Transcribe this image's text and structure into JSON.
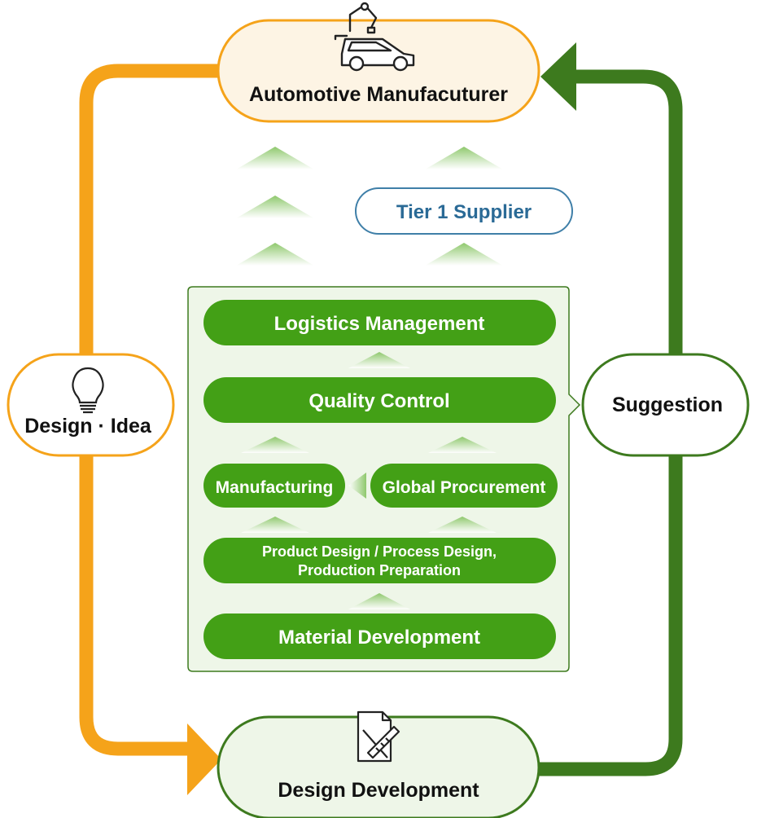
{
  "colors": {
    "orange": "#f5a31a",
    "dark_green": "#3d7a1e",
    "green": "#43a016",
    "light_green_fill": "#eef6e8",
    "cream_fill": "#fdf4e4",
    "blue_text": "#2a6a96",
    "blue_border": "#3f7fa8"
  },
  "top_node": {
    "label": "Automotive Manufacuturer",
    "icon": "car-robot-arm-icon"
  },
  "bottom_node": {
    "label": "Design Development",
    "icon": "ruler-document-icon"
  },
  "left_node": {
    "label": "Design · Idea",
    "icon": "light-bulb-icon"
  },
  "right_node": {
    "label": "Suggestion"
  },
  "tier_label": "Tier 1 Supplier",
  "steps": {
    "logistics": "Logistics Management",
    "quality": "Quality Control",
    "manufacturing": "Manufacturing",
    "procurement": "Global Procurement",
    "product_design_line1": "Product Design / Process Design,",
    "product_design_line2": "Production Preparation",
    "material": "Material Development"
  }
}
